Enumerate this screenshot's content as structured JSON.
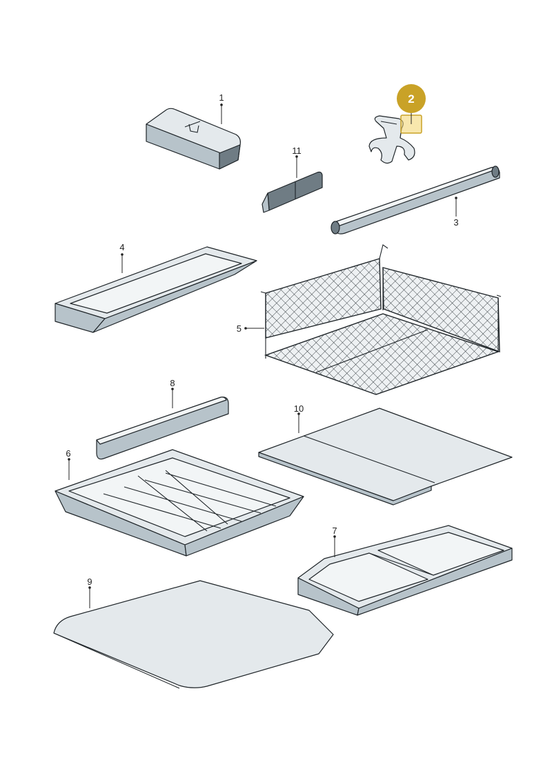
{
  "callouts": [
    {
      "id": "1",
      "label": "1"
    },
    {
      "id": "2",
      "label": "2",
      "highlighted": true
    },
    {
      "id": "3",
      "label": "3"
    },
    {
      "id": "4",
      "label": "4"
    },
    {
      "id": "5",
      "label": "5"
    },
    {
      "id": "6",
      "label": "6"
    },
    {
      "id": "7",
      "label": "7"
    },
    {
      "id": "8",
      "label": "8"
    },
    {
      "id": "9",
      "label": "9"
    },
    {
      "id": "10",
      "label": "10"
    },
    {
      "id": "11",
      "label": "11"
    }
  ],
  "colors": {
    "highlight_badge": "#c9a227",
    "highlight_box": "#f3d36a",
    "part_fill": "#e4e9ec",
    "part_shade": "#b7c3ca",
    "outline": "#1e2428"
  }
}
